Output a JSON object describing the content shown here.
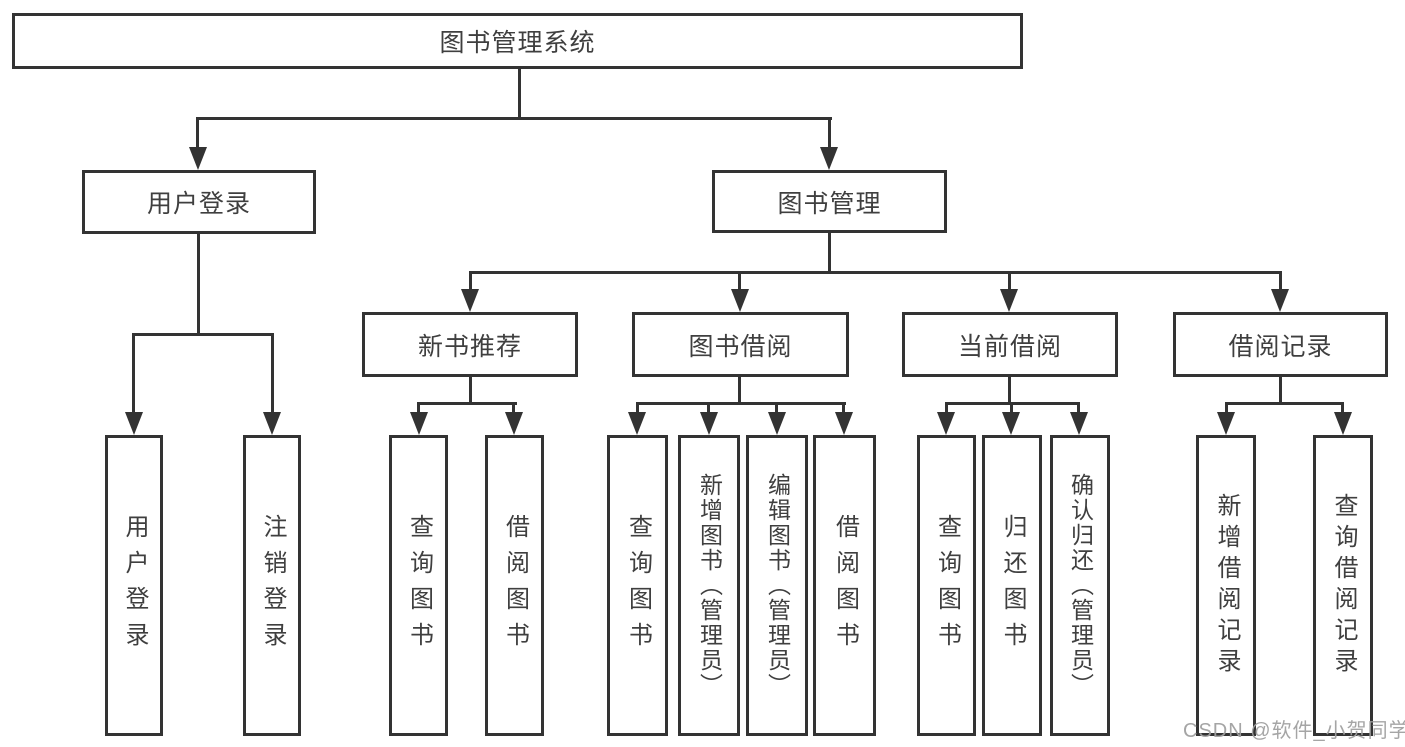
{
  "diagram": {
    "title": "图书管理系统",
    "watermark": "CSDN @软件_小贺同学",
    "colors": {
      "line": "#333333",
      "text": "#3f3f3f",
      "background": "#ffffff",
      "watermark": "#a0a0a0"
    },
    "level2": [
      {
        "label": "用户登录"
      },
      {
        "label": "图书管理"
      }
    ],
    "level3": [
      {
        "label": "新书推荐"
      },
      {
        "label": "图书借阅"
      },
      {
        "label": "当前借阅"
      },
      {
        "label": "借阅记录"
      }
    ],
    "leaves": {
      "login": [
        "用户登录",
        "注销登录"
      ],
      "recommend": [
        "查询图书",
        "借阅图书"
      ],
      "borrow": [
        "查询图书",
        "新增图书（管理员）",
        "编辑图书（管理员）",
        "借阅图书"
      ],
      "current": [
        "查询图书",
        "归还图书",
        "确认归还（管理员）"
      ],
      "records": [
        "新增借阅记录",
        "查询借阅记录"
      ]
    }
  }
}
